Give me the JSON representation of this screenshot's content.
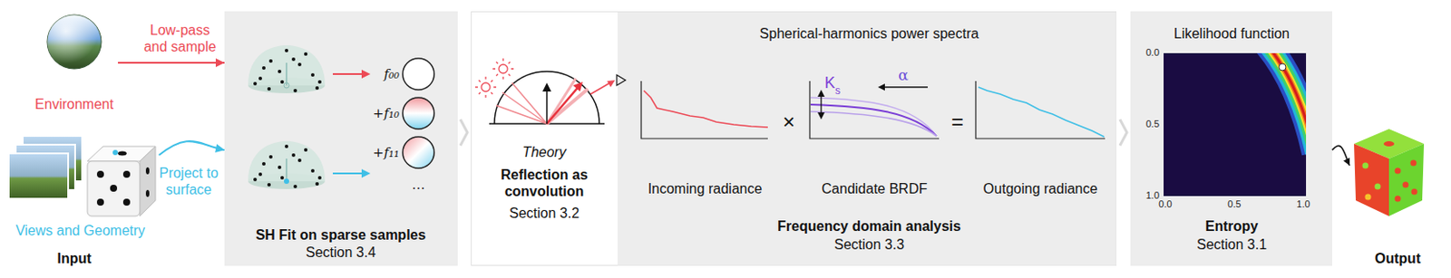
{
  "diagram": {
    "nodes": [
      {
        "text": [
          "Environment"
        ]
      },
      {
        "text": [
          "Views and Geometry"
        ]
      },
      {
        "text": [
          "SH Fit on sparse samples",
          "Section 3.4"
        ]
      },
      {
        "text": [
          "Theory",
          "Reflection as convolution",
          "Section 3.2"
        ]
      },
      {
        "text": [
          "Spherical-harmonics power spectra",
          "Frequency domain analysis",
          "Section 3.3"
        ]
      },
      {
        "text": [
          "Incoming radiance"
        ],
        "in": 4
      },
      {
        "text": [
          "Candidate BRDF"
        ],
        "in": 4
      },
      {
        "text": [
          "Outgoing radiance"
        ],
        "in": 4
      },
      {
        "text": [
          "Likelihood function",
          "Entropy",
          "Section 3.1"
        ]
      },
      {
        "text": [
          "Output"
        ]
      }
    ],
    "edges": [
      {
        "from": 0,
        "to": 2,
        "arrow": "to",
        "label": "Low-pass and sample"
      },
      {
        "from": 1,
        "to": 2,
        "arrow": "to",
        "label": "Project to surface"
      },
      {
        "from": 8,
        "to": 9,
        "arrow": "to"
      }
    ],
    "labels": [
      "Input",
      "f₀₀",
      "+f₁₀",
      "+f₁₁",
      "…",
      "K",
      "s",
      "α",
      "×",
      "=",
      "0.0",
      "0.5",
      "1.0",
      "0.0",
      "0.5",
      "1.0"
    ]
  }
}
